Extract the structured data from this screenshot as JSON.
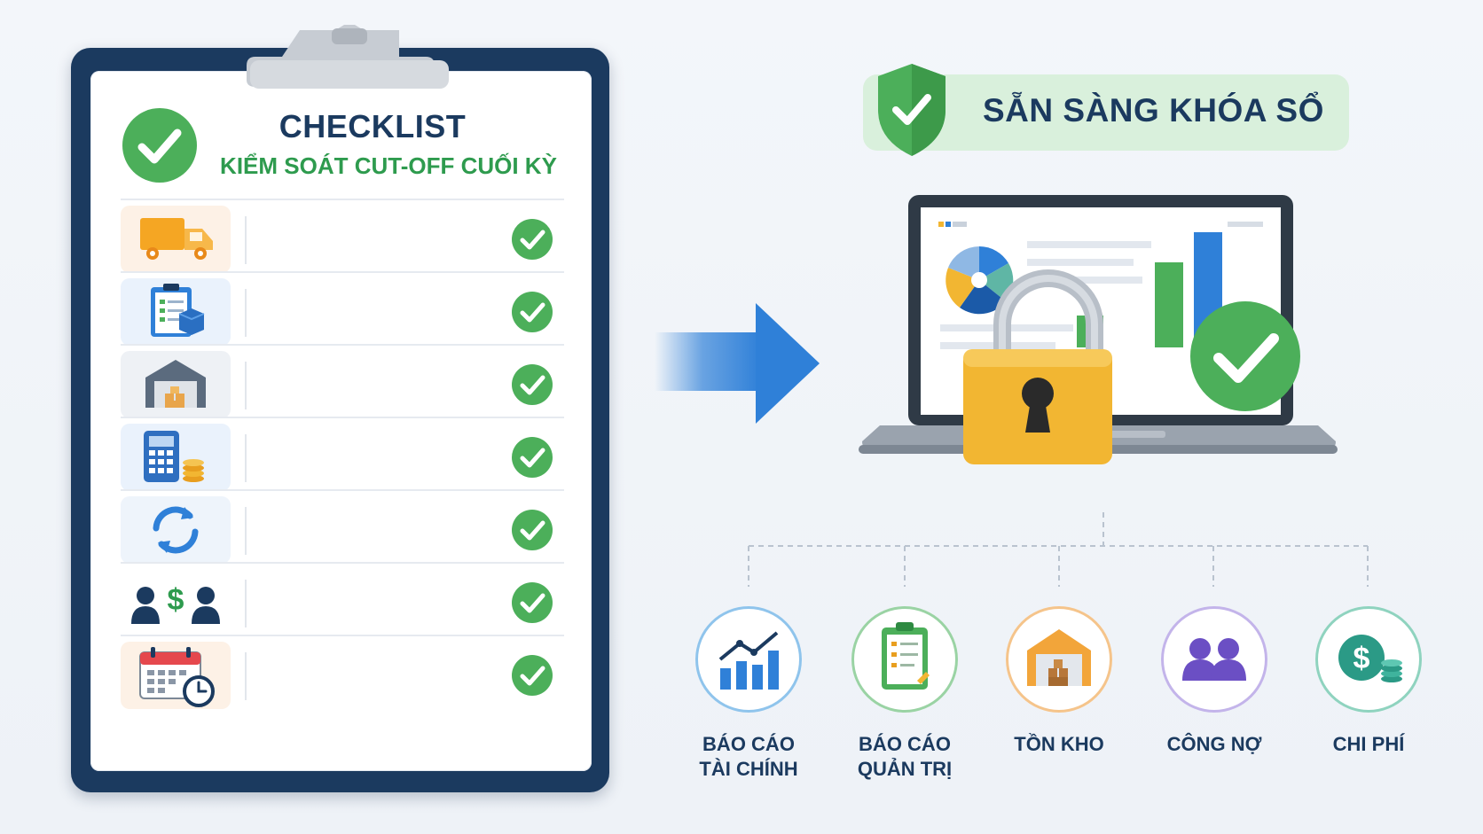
{
  "checklist": {
    "title": "CHECKLIST",
    "subtitle": "KIỂM SOÁT CUT-OFF CUỐI KỲ",
    "items": [
      {
        "icon": "delivery-truck-icon",
        "bg": "#fdf1e6",
        "checked": true
      },
      {
        "icon": "clipboard-box-icon",
        "bg": "#eaf2fc",
        "checked": true
      },
      {
        "icon": "warehouse-icon",
        "bg": "#eef1f5",
        "checked": true
      },
      {
        "icon": "calculator-coins-icon",
        "bg": "#eaf2fc",
        "checked": true
      },
      {
        "icon": "sync-icon",
        "bg": "#eef4fb",
        "checked": true
      },
      {
        "icon": "people-dollar-icon",
        "bg": "#ffffff",
        "checked": true
      },
      {
        "icon": "calendar-clock-icon",
        "bg": "#fdf1e6",
        "checked": true
      }
    ]
  },
  "status": {
    "label": "SẴN SÀNG KHÓA SỔ"
  },
  "outputs": [
    {
      "label_line1": "BÁO CÁO",
      "label_line2": "TÀI CHÍNH",
      "icon": "growth-chart-icon",
      "ring": "#8fc4ec"
    },
    {
      "label_line1": "BÁO CÁO",
      "label_line2": "QUẢN TRỊ",
      "icon": "report-clipboard-icon",
      "ring": "#9ad3a4"
    },
    {
      "label_line1": "TỒN KHO",
      "label_line2": "",
      "icon": "warehouse-icon",
      "ring": "#f5c48b"
    },
    {
      "label_line1": "CÔNG NỢ",
      "label_line2": "",
      "icon": "people-icon",
      "ring": "#c3b4ea"
    },
    {
      "label_line1": "CHI PHÍ",
      "label_line2": "",
      "icon": "dollar-coins-icon",
      "ring": "#8fd3bf"
    }
  ],
  "colors": {
    "navy": "#1b3a5f",
    "green": "#2e9b4e",
    "check": "#4caf5a",
    "blue": "#2f80d8",
    "gold": "#f2b632"
  }
}
